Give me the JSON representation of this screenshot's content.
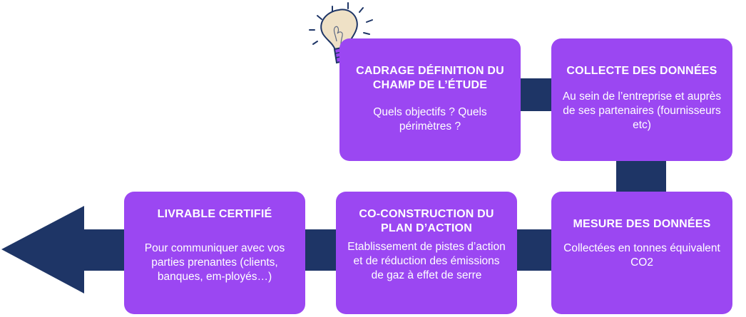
{
  "colors": {
    "box": "#9b47f2",
    "arrow": "#1e3566",
    "text": "#ffffff",
    "bulb_glass": "#efe1c6",
    "bulb_base": "#9b47f2"
  },
  "icons": {
    "idea": "lightbulb-icon",
    "direction": "arrow-left-icon"
  },
  "steps": [
    {
      "title": "CADRAGE DÉFINITION DU CHAMP DE L’ÉTUDE",
      "desc": "Quels objectifs ? Quels périmètres ?"
    },
    {
      "title": "COLLECTE DES DONNÉES",
      "desc": "Au sein de l’entreprise et auprès de ses partenaires (fournisseurs etc)"
    },
    {
      "title": "MESURE DES DONNÉES",
      "desc": "Collectées en tonnes équivalent CO2"
    },
    {
      "title": "CO-CONSTRUCTION DU PLAN D’ACTION",
      "desc": "Etablissement de pistes d’action et de réduction des émissions de gaz à effet de serre"
    },
    {
      "title": "LIVRABLE CERTIFIÉ",
      "desc": "Pour communiquer avec vos parties prenantes (clients, banques, em-ployés…)"
    }
  ]
}
